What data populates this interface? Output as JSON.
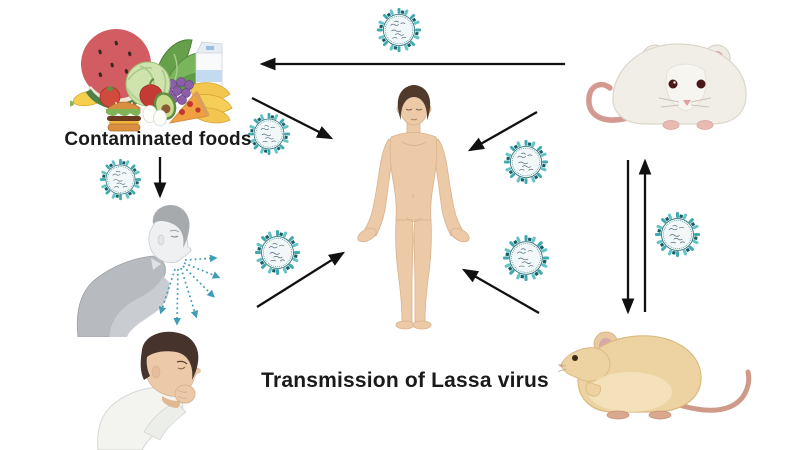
{
  "title": "Transmission of Lassa virus",
  "labels": {
    "contaminated_foods": "Contaminated foods"
  },
  "icons": {
    "virus": "lassa-virion-icon",
    "virus_count_visible": 7
  },
  "nodes": [
    {
      "id": "contaminated-foods",
      "label": "Contaminated foods"
    },
    {
      "id": "sneezing-person"
    },
    {
      "id": "coughing-person"
    },
    {
      "id": "human"
    },
    {
      "id": "white-rat"
    },
    {
      "id": "brown-rat"
    }
  ],
  "edges": [
    {
      "from": "white-rat",
      "to": "contaminated-foods"
    },
    {
      "from": "contaminated-foods",
      "to": "human"
    },
    {
      "from": "contaminated-foods",
      "to": "sneezing-person"
    },
    {
      "from": "sneezing-person",
      "to": "human"
    },
    {
      "from": "white-rat",
      "to": "human"
    },
    {
      "from": "brown-rat",
      "to": "human"
    },
    {
      "from": "white-rat",
      "to": "brown-rat"
    },
    {
      "from": "brown-rat",
      "to": "white-rat"
    }
  ],
  "colors": {
    "background": "#ffffff",
    "arrow": "#111111",
    "text": "#1a1a1a",
    "virus_spike": "#3fa9ae",
    "virus_spike_light": "#63c3c6",
    "virus_stud_dark": "#145f68",
    "virus_ring": "#2a7078",
    "virus_core": "#f2f8fa",
    "virus_rna": "#4a6474",
    "spray": "#3f9db5",
    "human_skin": "#ecc9a7",
    "human_hair": "#4f3a2c",
    "white_rat_body": "#f1eee8",
    "rat_pink": "#dfa3a3",
    "brown_rat_body": "#eed3a2"
  }
}
